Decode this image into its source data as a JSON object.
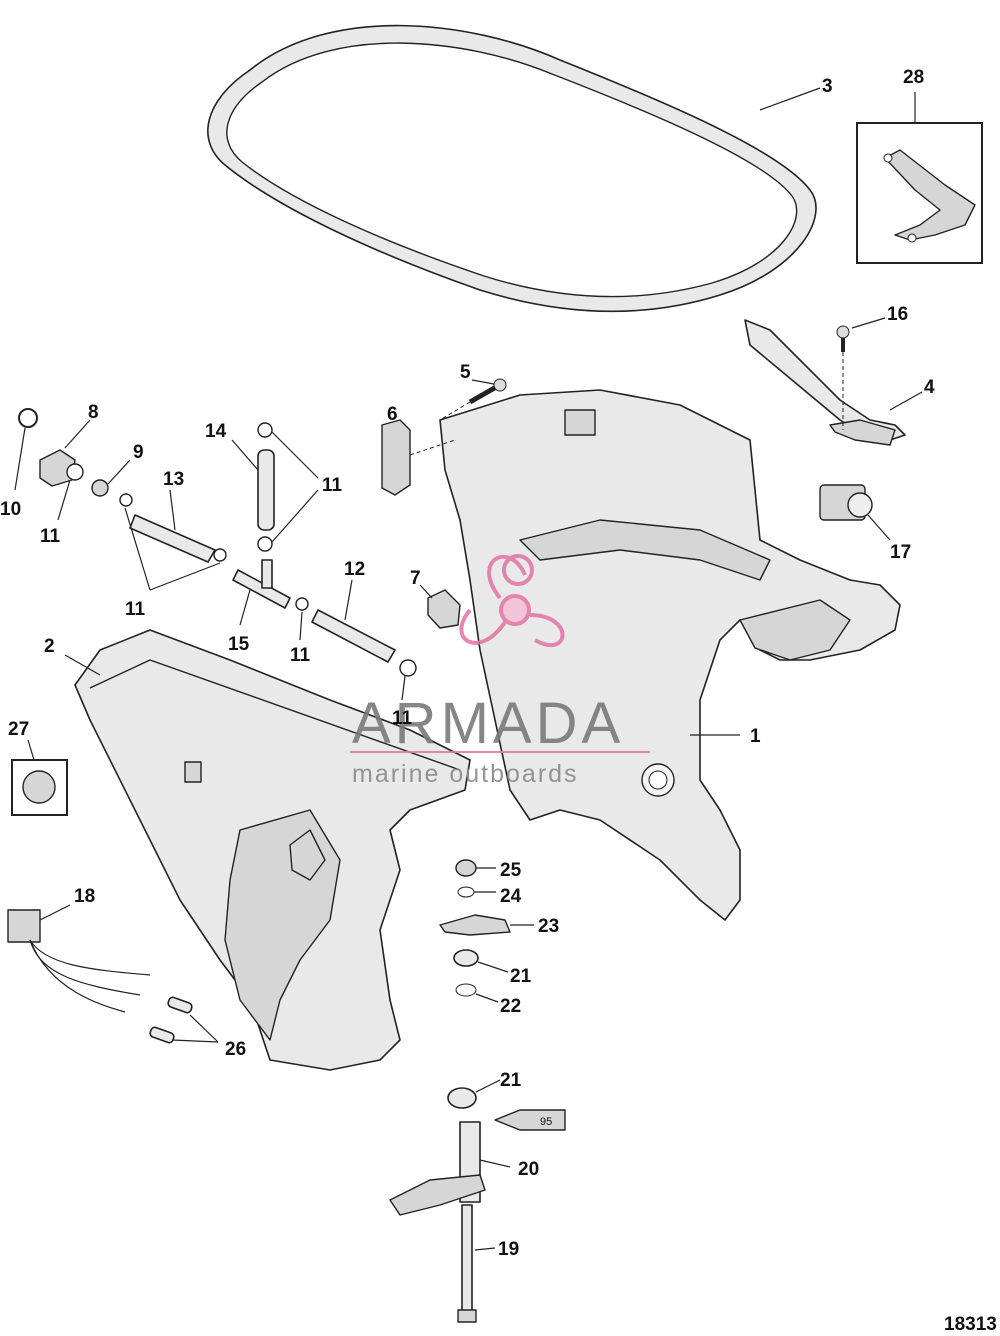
{
  "drawing_number": "18313",
  "watermark": {
    "brand": "ARMADA",
    "tagline": "marine outboards",
    "color": "#e27aa8"
  },
  "callouts": {
    "c1": "1",
    "c2": "2",
    "c3": "3",
    "c4": "4",
    "c5": "5",
    "c6": "6",
    "c7": "7",
    "c8": "8",
    "c9": "9",
    "c10": "10",
    "c11a": "11",
    "c11b": "11",
    "c11c": "11",
    "c11d": "11",
    "c11e": "11",
    "c12": "12",
    "c13": "13",
    "c14": "14",
    "c15": "15",
    "c16": "16",
    "c17": "17",
    "c18": "18",
    "c19": "19",
    "c20": "20",
    "c21a": "21",
    "c21b": "21",
    "c22": "22",
    "c23": "23",
    "c24": "24",
    "c25": "25",
    "c26": "26",
    "c27": "27",
    "c28": "28"
  },
  "tube_label": "95"
}
